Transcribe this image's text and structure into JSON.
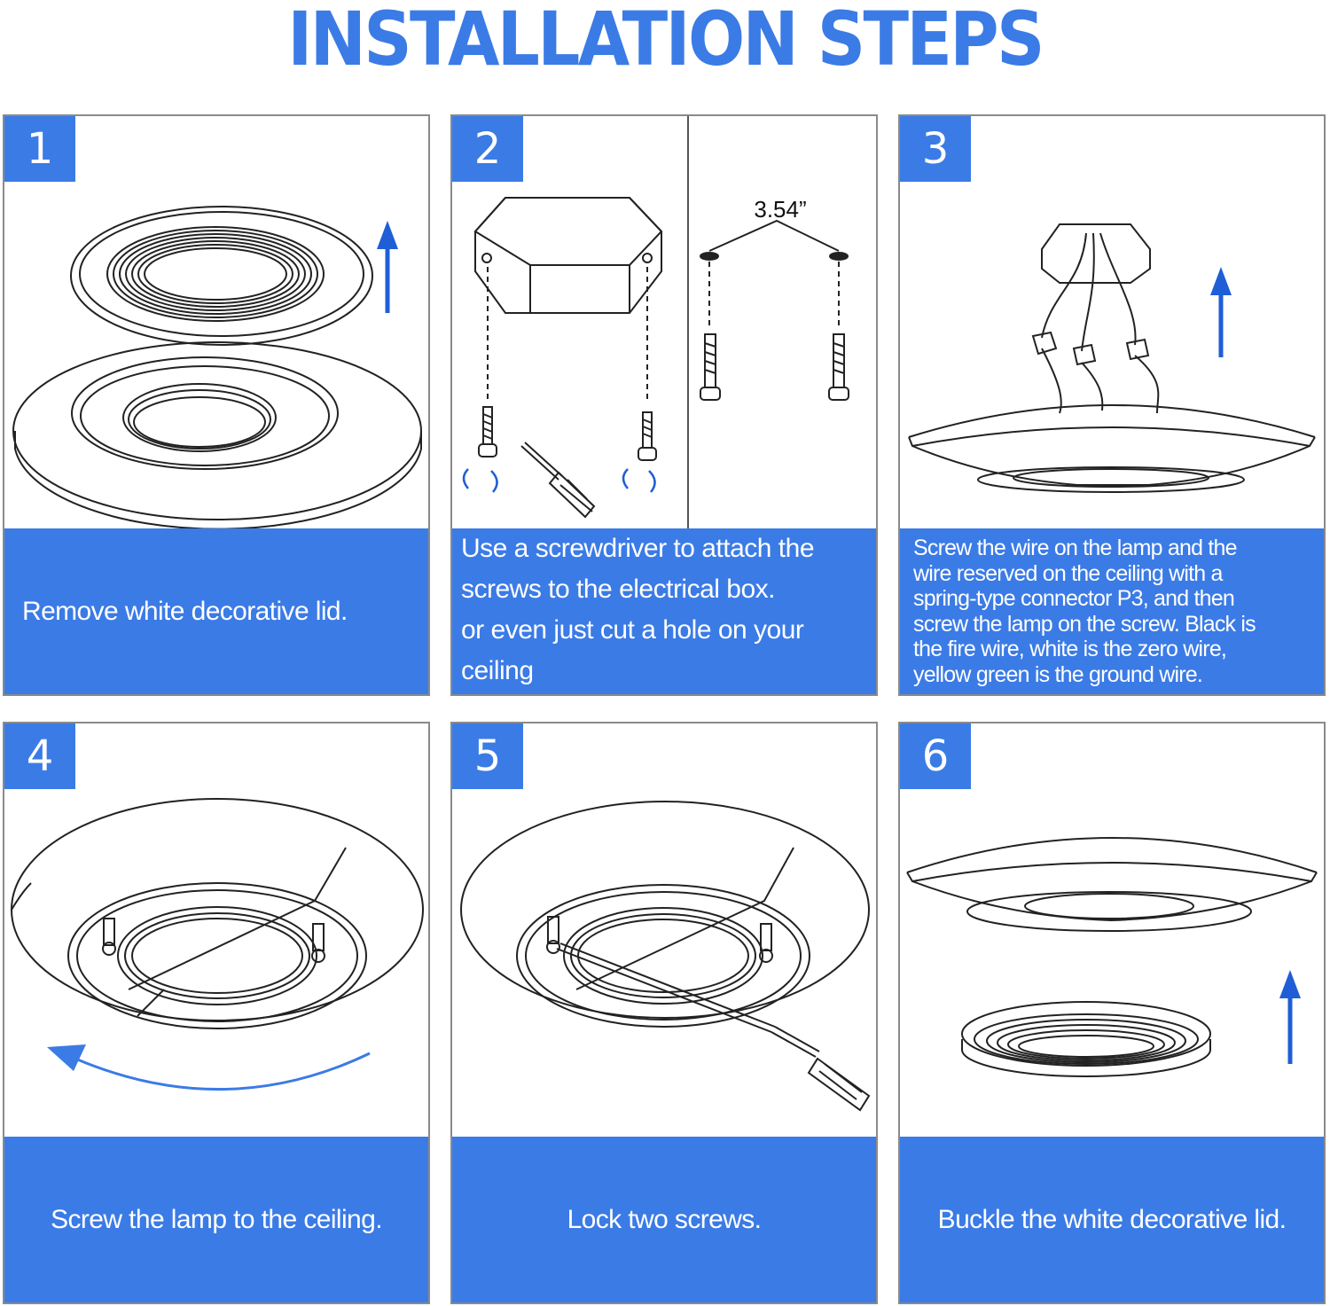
{
  "title": "INSTALLATION STEPS",
  "steps": [
    {
      "number": "1",
      "lines": [
        "Remove white decorative lid."
      ]
    },
    {
      "number": "2",
      "lines": [
        "Use a screwdriver to attach the",
        "screws to the electrical box.",
        "or even just cut a hole on your",
        "ceiling"
      ],
      "dimension_label": "3.54”"
    },
    {
      "number": "3",
      "lines": [
        "Screw the wire on the lamp and the",
        "wire reserved on the ceiling with a",
        "spring-type connector P3, and then",
        "screw the lamp on the screw. Black is",
        "the fire wire, white is the zero wire,",
        "yellow green is the ground wire."
      ]
    },
    {
      "number": "4",
      "lines": [
        "Screw the lamp to the ceiling."
      ]
    },
    {
      "number": "5",
      "lines": [
        "Lock two screws."
      ]
    },
    {
      "number": "6",
      "lines": [
        "Buckle the white decorative lid."
      ]
    }
  ],
  "colors": {
    "accent": "#3b7be6",
    "arrow": "#1f5ed6",
    "line": "#222222",
    "border": "#8a8a8a"
  },
  "icons": [
    "up-arrow-icon",
    "rotate-arrow-icon",
    "screwdriver-icon",
    "screw-icon",
    "junction-box-icon",
    "wire-connector-icon"
  ]
}
